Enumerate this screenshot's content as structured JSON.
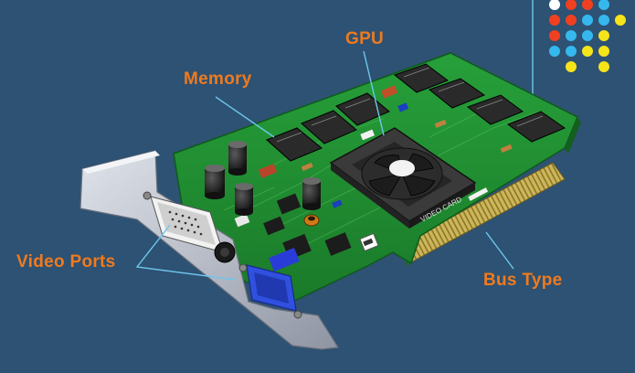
{
  "labels": {
    "gpu": "GPU",
    "memory": "Memory",
    "video_ports": "Video Ports",
    "bus_type": "Bus Type"
  },
  "board_text": "VIDEO CARD",
  "colors": {
    "background": "#2d5273",
    "label": "#f07a1e",
    "leader_line": "#6ec6ec",
    "pcb": "#1f8a2e",
    "dot_palette": [
      "#ffffff",
      "#f04020",
      "#35b8ee",
      "#f6e41a"
    ]
  }
}
